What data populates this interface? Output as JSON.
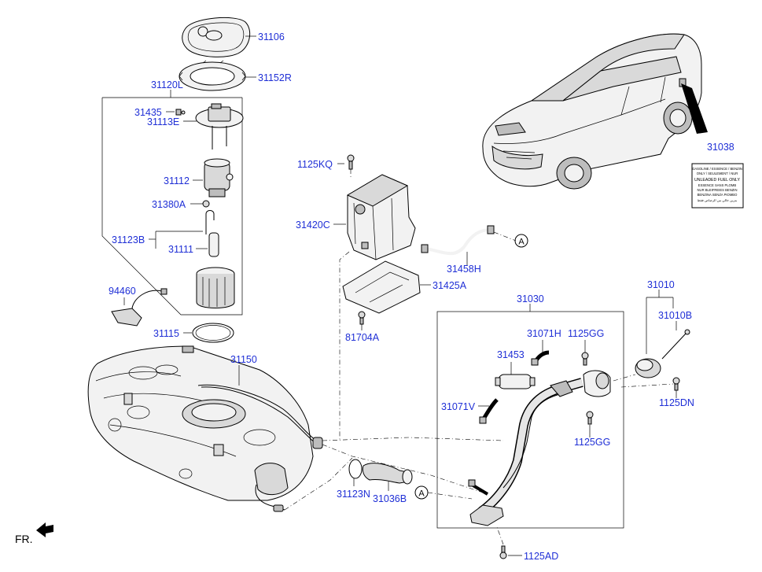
{
  "diagram": {
    "part_labels": {
      "p31106": "31106",
      "p31152R": "31152R",
      "p31120L": "31120L",
      "p31435": "31435",
      "p31113E": "31113E",
      "p31112": "31112",
      "p31380A": "31380A",
      "p31123B": "31123B",
      "p31111": "31111",
      "p94460": "94460",
      "p31115": "31115",
      "p31150": "31150",
      "p1125KQ": "1125KQ",
      "p31420C": "31420C",
      "p31458H": "31458H",
      "p31425A": "31425A",
      "p81704A": "81704A",
      "p31030": "31030",
      "p31071H": "31071H",
      "p1125GG_a": "1125GG",
      "p31453": "31453",
      "p31071V": "31071V",
      "p1125GG_b": "1125GG",
      "p31010": "31010",
      "p31010B": "31010B",
      "p1125DN": "1125DN",
      "p31038": "31038",
      "p31123N": "31123N",
      "p31036B": "31036B",
      "p1125AD": "1125AD"
    },
    "callouts": {
      "a1": "A",
      "a2": "A"
    },
    "direction_label": "FR.",
    "fuel_label_lines": [
      "GASOLINE / ESSENCE / BENZIN",
      "ONLY / SEULEMENT / NUR",
      "UNLEADED FUEL ONLY",
      "ESSENCE SANS PLOMB",
      "NUR BLEIFREIES BENZIN",
      "BENZINA SENZA PIOMBO",
      "بنزين خالي من الرصاص فقط"
    ],
    "label_color": "#1f2fd6"
  }
}
